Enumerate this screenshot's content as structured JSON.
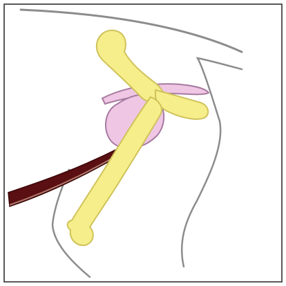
{
  "colors": {
    "background": "#ffffff",
    "frame": "#222222",
    "contour_line": "#8c8c8c",
    "yellow_structure": "#f6ee8a",
    "yellow_outline": "#cfc25a",
    "pink_structure": "#efc7e4",
    "pink_outline": "#a77aa0",
    "tube_dark": "#5a0f12",
    "tube_highlight": "#b07a6c"
  },
  "shapes": [
    "outer-body-contour",
    "inner-cavity-contour",
    "pink-oval-organ",
    "pink-narrow-band",
    "yellow-upper-branch",
    "yellow-right-branch",
    "yellow-long-shaft",
    "dark-inserted-tube"
  ]
}
